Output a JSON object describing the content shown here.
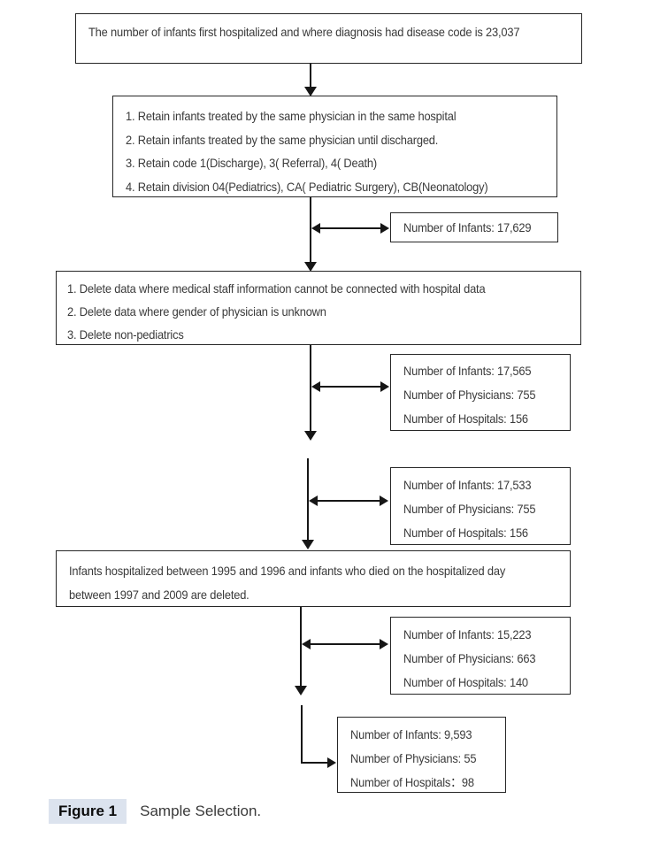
{
  "figure": {
    "caption_label": "Figure 1",
    "caption_text": "Sample Selection."
  },
  "flowchart": {
    "box_start": {
      "text": "The number of infants first hospitalized and where diagnosis had disease code is 23,037"
    },
    "box_retain": {
      "items": [
        "1. Retain infants treated by the same physician in the same hospital",
        "2. Retain infants treated by the same physician until discharged.",
        "3. Retain code 1(Discharge), 3( Referral), 4( Death)",
        "4. Retain division 04(Pediatrics), CA( Pediatric Surgery), CB(Neonatology)"
      ]
    },
    "box_infants_17629": {
      "lines": [
        "Number of Infants: 17,629"
      ]
    },
    "box_delete": {
      "items": [
        "1. Delete data where medical staff information cannot be connected with hospital data",
        "2. Delete data where gender of physician is unknown",
        "3. Delete non-pediatrics"
      ]
    },
    "box_counts_after_delete": {
      "lines": [
        "Number of Infants: 17,565",
        "Number of Physicians: 755",
        "Number of Hospitals: 156"
      ]
    },
    "box_counts_second": {
      "lines": [
        "Number of Infants: 17,533",
        "Number of Physicians: 755",
        "Number of Hospitals: 156"
      ]
    },
    "box_period": {
      "lines": [
        "Infants hospitalized between 1995 and 1996 and infants who died on the hospitalized day",
        "between 1997 and 2009 are deleted."
      ]
    },
    "box_counts_third": {
      "lines": [
        "Number of Infants: 15,223",
        "Number of Physicians: 663",
        "Number of Hospitals: 140"
      ]
    },
    "box_final": {
      "lines": [
        "Number of Infants: 9,593",
        "Number of Physicians: 55",
        "Number of Hospitals：98"
      ]
    }
  },
  "colors": {
    "box_border": "#262626",
    "text": "#3a3a3a",
    "arrow": "#161616",
    "caption_highlight": "#dce3ee"
  }
}
